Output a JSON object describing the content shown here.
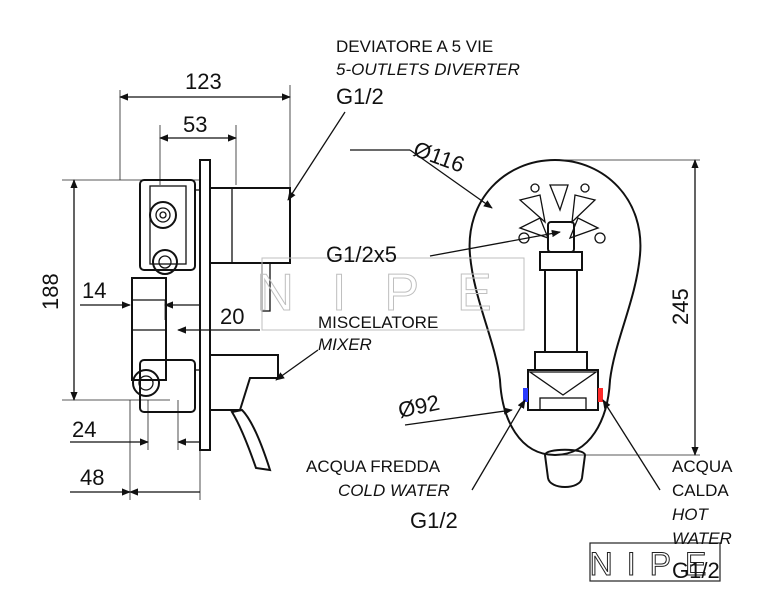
{
  "dimensions": {
    "d123": "123",
    "d53": "53",
    "d188": "188",
    "d14": "14",
    "d20": "20",
    "d24": "24",
    "d48": "48",
    "d116": "Ø116",
    "d92": "Ø92",
    "d245": "245"
  },
  "labels": {
    "diverter_it": "DEVIATORE A 5 VIE",
    "diverter_en": "5-OUTLETS DIVERTER",
    "diverter_thread": "G1/2",
    "outlets_thread": "G1/2x5",
    "mixer_it": "MISCELATORE",
    "mixer_en": "MIXER",
    "cold_it": "ACQUA FREDDA",
    "cold_en": "COLD WATER",
    "cold_thread": "G1/2",
    "hot_it_1": "ACQUA",
    "hot_it_2": "CALDA",
    "hot_en_1": "HOT",
    "hot_en_2": "WATER",
    "hot_thread": "G1/2"
  },
  "watermarks": {
    "center": "NIPE",
    "corner": "NIPE"
  },
  "colors": {
    "cold": "#2a3cff",
    "hot": "#ff2a2a",
    "ink": "#111111"
  }
}
